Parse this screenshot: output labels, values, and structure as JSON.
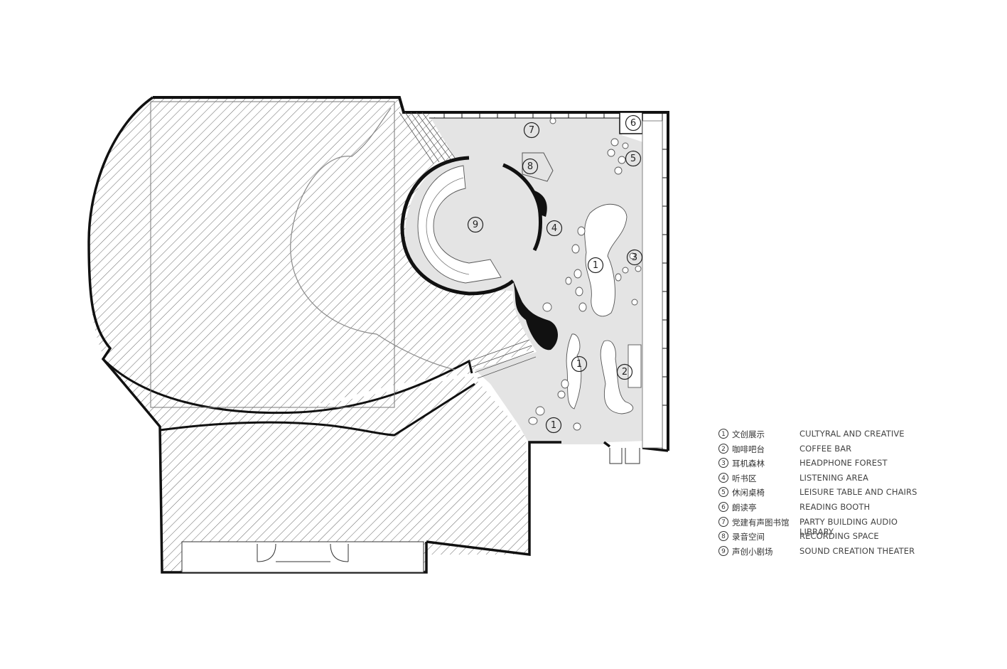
{
  "plan_markers": [
    "1",
    "1",
    "1",
    "2",
    "3",
    "4",
    "5",
    "6",
    "7",
    "8",
    "9"
  ],
  "legend": [
    {
      "num": "1",
      "zh": "文创展示",
      "en": "CULTYRAL AND CREATIVE"
    },
    {
      "num": "2",
      "zh": "咖啡吧台",
      "en": "COFFEE BAR"
    },
    {
      "num": "3",
      "zh": "耳机森林",
      "en": "HEADPHONE FOREST"
    },
    {
      "num": "4",
      "zh": "听书区",
      "en": "LISTENING AREA"
    },
    {
      "num": "5",
      "zh": "休闲桌椅",
      "en": "LEISURE TABLE AND CHAIRS"
    },
    {
      "num": "6",
      "zh": "朗读亭",
      "en": "READING BOOTH"
    },
    {
      "num": "7",
      "zh": "党建有声图书馆",
      "en": "PARTY BUILDING AUDIO LIBRARY"
    },
    {
      "num": "8",
      "zh": "录音空间",
      "en": "RECORDING SPACE"
    },
    {
      "num": "9",
      "zh": "声创小剧场",
      "en": "SOUND CREATION THEATER"
    }
  ],
  "colors": {
    "floor": "#e4e4e4",
    "wall": "#111111",
    "hatch": "#555555",
    "background": "#ffffff"
  }
}
